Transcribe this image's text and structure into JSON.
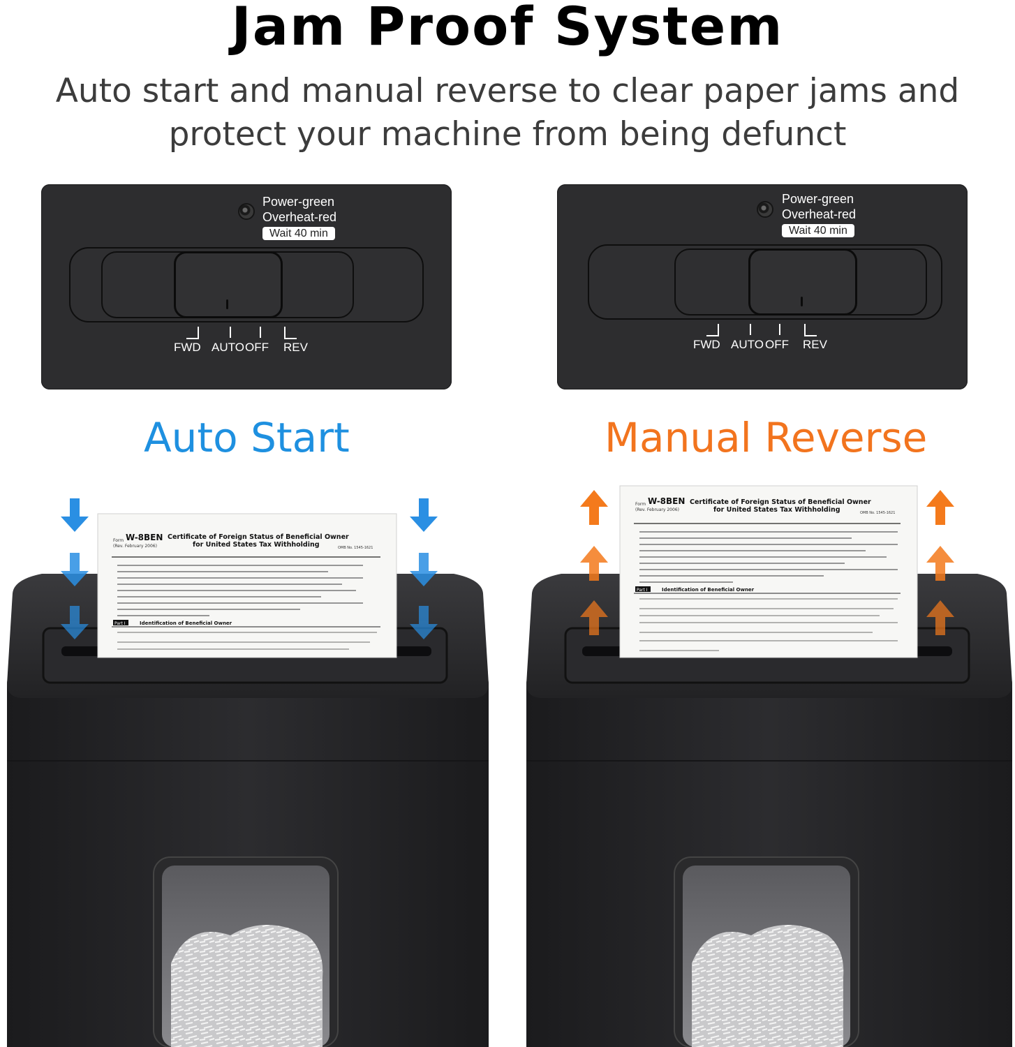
{
  "heading": {
    "title": "Jam Proof System",
    "subtitle_line1": "Auto start and manual reverse to clear paper jams and",
    "subtitle_line2": "protect your machine from being defunct"
  },
  "control_panel": {
    "indicator_power": "Power-green",
    "indicator_overheat": "Overheat-red",
    "indicator_wait": "Wait 40 min",
    "positions": [
      "FWD",
      "AUTO",
      "OFF",
      "REV"
    ]
  },
  "modes": {
    "auto_start": "Auto Start",
    "manual_reverse": "Manual Reverse"
  },
  "paper_form": {
    "form_label": "Form",
    "form_number": "W-8BEN",
    "revision": "(Rev. February 2006)",
    "title_line1": "Certificate of Foreign Status of Beneficial Owner",
    "title_line2": "for United States Tax Withholding",
    "omb": "OMB No. 1545-1621",
    "part": "Part I",
    "part_title": "Identification of Beneficial Owner"
  },
  "colors": {
    "auto_blue": "#1e90e0",
    "reverse_orange": "#f2741e",
    "panel_dark": "#2d2d2f"
  }
}
